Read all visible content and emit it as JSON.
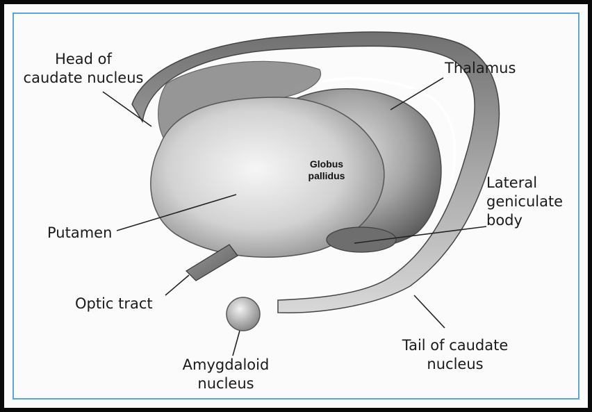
{
  "labels": {
    "head_caudate": [
      "Head of",
      "caudate nucleus"
    ],
    "thalamus": "Thalamus",
    "globus_pallidus": [
      "Globus",
      "pallidus"
    ],
    "lateral_geniculate": [
      "Lateral",
      "geniculate",
      "body"
    ],
    "putamen": "Putamen",
    "optic_tract": "Optic tract",
    "tail_caudate": [
      "Tail of caudate",
      "nucleus"
    ],
    "amygdaloid": [
      "Amygdaloid",
      "nucleus"
    ]
  }
}
